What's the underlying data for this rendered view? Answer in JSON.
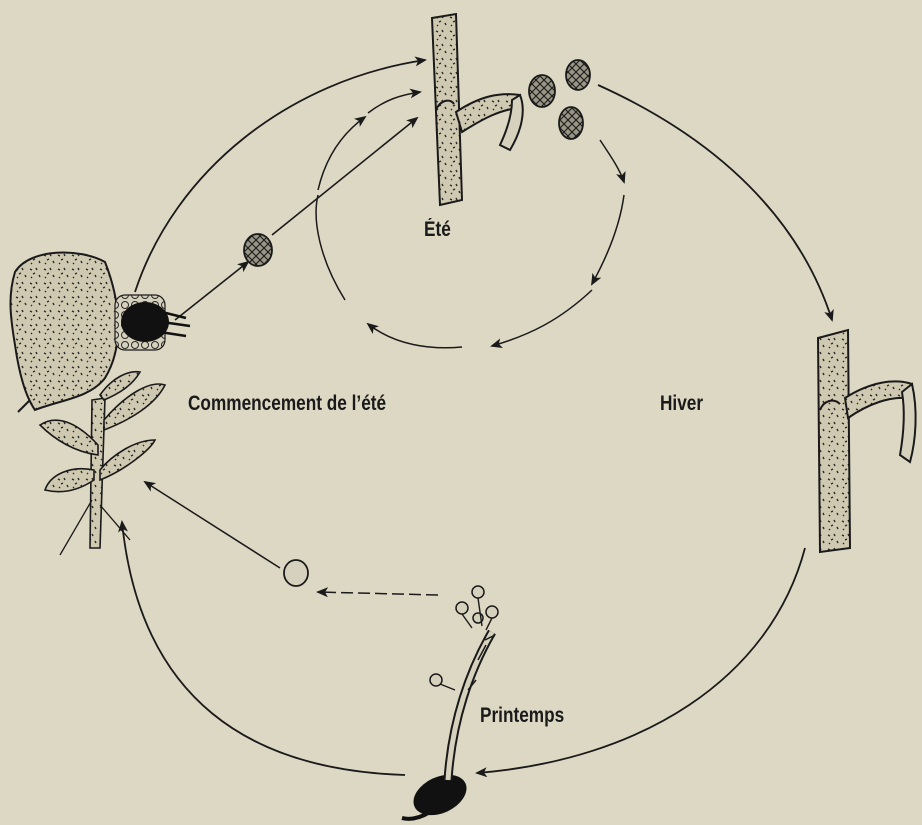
{
  "labels": {
    "summer": "Été",
    "early_summer": "Commencement de l’été",
    "winter": "Hiver",
    "spring": "Printemps"
  }
}
